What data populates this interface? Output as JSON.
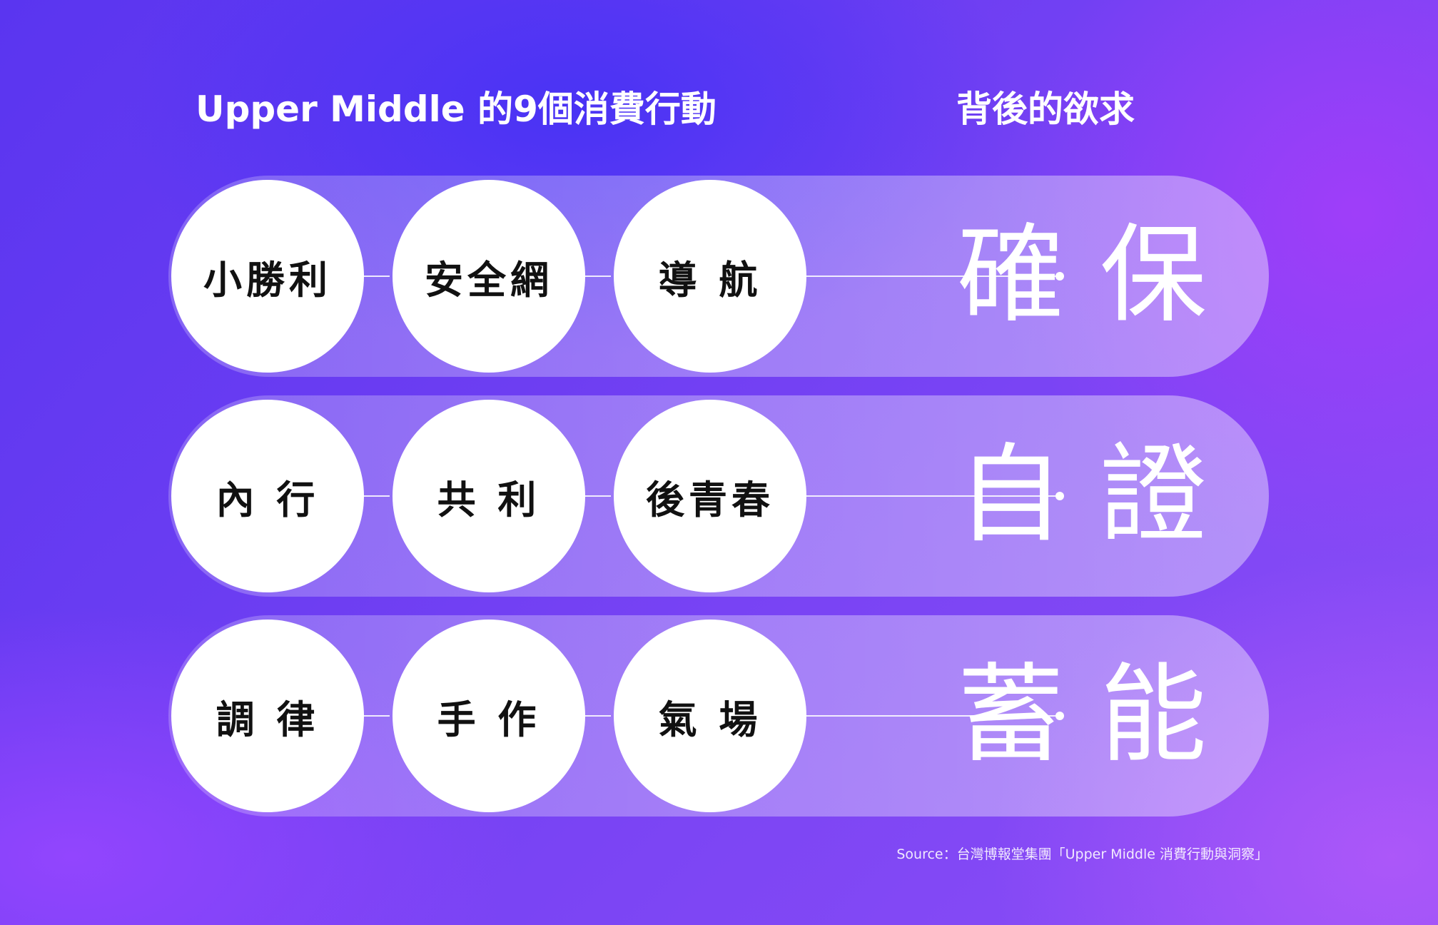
{
  "headers": {
    "actions": "Upper Middle 的9個消費行動",
    "desires": "背後的欲求"
  },
  "rows": [
    {
      "actions": [
        "小勝利",
        "安全網",
        "導 航"
      ],
      "desire": "確保"
    },
    {
      "actions": [
        "內 行",
        "共 利",
        "後青春"
      ],
      "desire": "自證"
    },
    {
      "actions": [
        "調 律",
        "手 作",
        "氣 場"
      ],
      "desire": "蓄能"
    }
  ],
  "source": "Source：台灣博報堂集團「Upper Middle 消費行動與洞察」"
}
